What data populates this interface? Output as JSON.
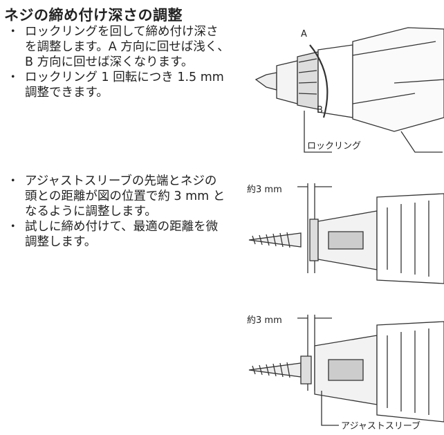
{
  "title": "ネジの締め付け深さの調整",
  "section1": {
    "items": [
      {
        "bullet": "・",
        "lines": [
          "ロックリングを回して締め付け深さ",
          "を調整します。A 方向に回せば浅く、",
          "B 方向に回せば深くなります。"
        ]
      },
      {
        "bullet": "・",
        "lines": [
          "ロックリング 1 回転につき 1.5 mm",
          "調整できます。"
        ]
      }
    ]
  },
  "section2": {
    "items": [
      {
        "bullet": "・",
        "lines": [
          "アジャストスリーブの先端とネジの",
          "頭との距離が図の位置で約 3 mm と",
          "なるように調整します。"
        ]
      },
      {
        "bullet": "・",
        "lines": [
          "試しに締め付けて、最適の距離を微",
          "調整します。"
        ]
      }
    ]
  },
  "figure1": {
    "label_a": "A",
    "label_b": "B",
    "label_ring": "ロックリング"
  },
  "figure2": {
    "label_dist": "約3 mm"
  },
  "figure3": {
    "label_dist": "約3 mm",
    "label_sleeve": "アジャストスリーブ"
  }
}
